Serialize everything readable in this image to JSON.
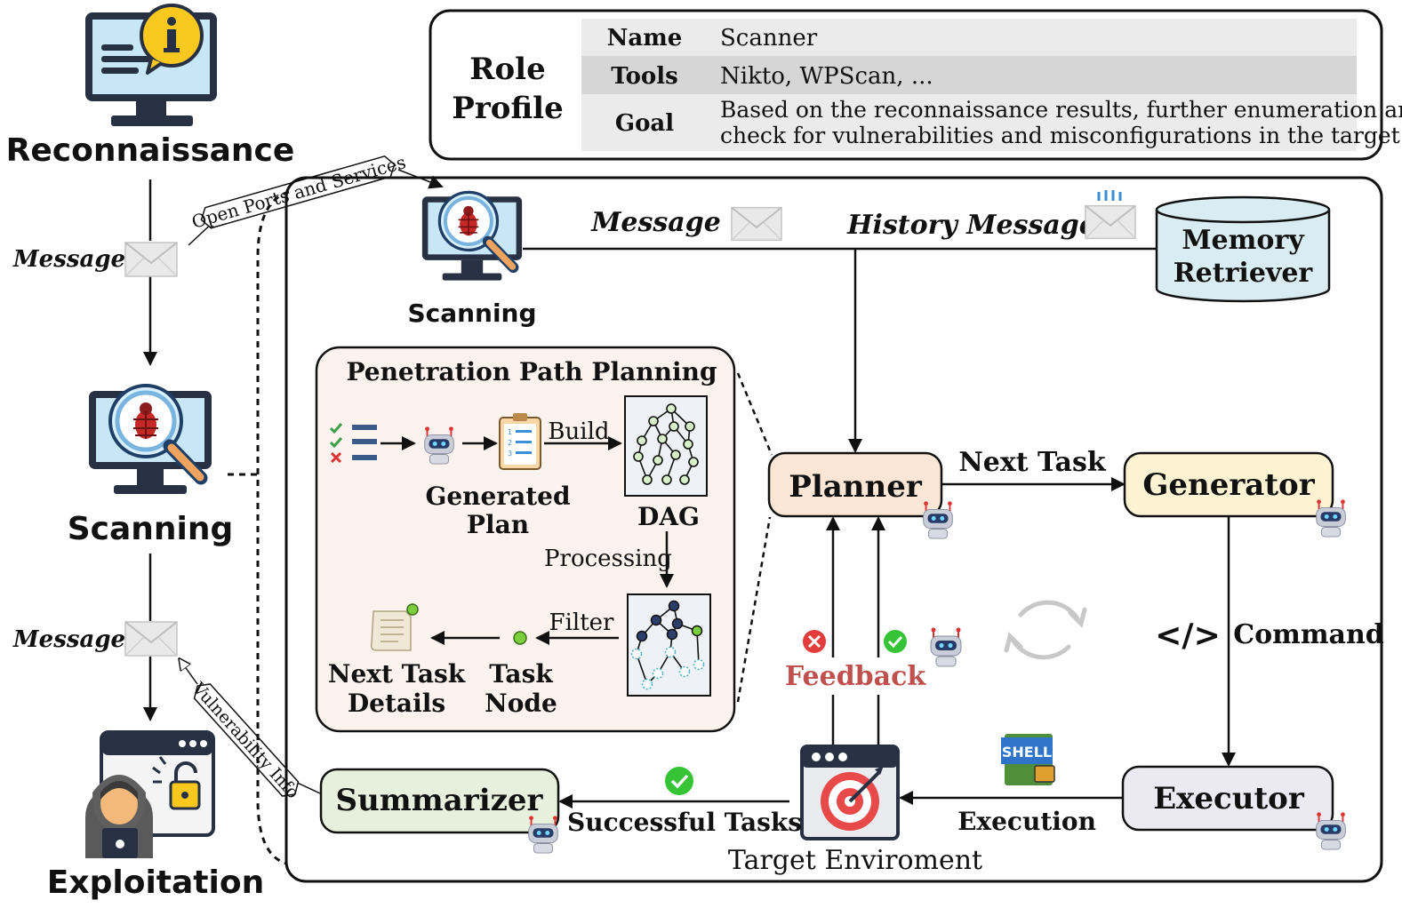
{
  "stages": {
    "reconnaissance": "Reconnaissance",
    "scanning": "Scanning",
    "exploitation": "Exploitation",
    "message_1": "Message",
    "message_2": "Message",
    "open_ports": "Open Ports and Services",
    "vuln_info": "Vulnerability Info"
  },
  "role_profile": {
    "title_line1": "Role",
    "title_line2": "Profile",
    "rows": [
      {
        "key": "Name",
        "value": "Scanner"
      },
      {
        "key": "Tools",
        "value": "Nikto, WPScan, ..."
      },
      {
        "key": "Goal",
        "value_line1": "Based on the reconnaissance results, further enumeration and",
        "value_line2": "check for vulnerabilities and misconfigurations in the target."
      }
    ]
  },
  "main": {
    "scanning_label": "Scanning",
    "message": "Message",
    "history_message": "History Message",
    "memory_line1": "Memory",
    "memory_line2": "Retriever",
    "planner": "Planner",
    "generator": "Generator",
    "executor": "Executor",
    "summarizer": "Summarizer",
    "next_task": "Next Task",
    "command": "Command",
    "feedback": "Feedback",
    "execution": "Execution",
    "successful_tasks": "Successful Tasks",
    "target": "Target Enviroment",
    "shell": "SHELL",
    "code_glyph": "</>"
  },
  "ppp": {
    "title": "Penetration Path Planning",
    "build": "Build",
    "generated_line1": "Generated",
    "generated_line2": "Plan",
    "dag": "DAG",
    "processing": "Processing",
    "filter": "Filter",
    "next_line1": "Next Task",
    "next_line2": "Details",
    "task_line1": "Task",
    "task_line2": "Node"
  },
  "colors": {
    "planner_fill": "#fbe6d6",
    "generator_fill": "#fdf3d3",
    "executor_fill": "#ebe9f1",
    "summarizer_fill": "#e6f0dc",
    "memory_fill": "#d8ecf2",
    "ppp_fill": "#fdf3ee",
    "feedback_text": "#c0504d",
    "table_light": "#ebebeb",
    "table_dark": "#d6d6d6"
  }
}
